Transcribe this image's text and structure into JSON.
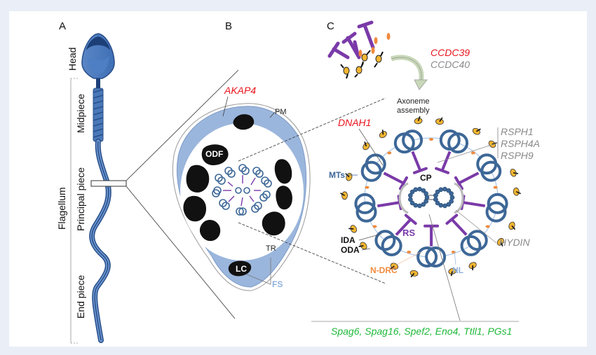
{
  "figure": {
    "panels": {
      "A": {
        "letter": "A",
        "labels": {
          "head": "Head",
          "midpiece": "Midpiece",
          "principal_piece": "Principal piece",
          "end_piece": "End piece",
          "flagellum": "Flagellum"
        }
      },
      "B": {
        "letter": "B",
        "labels": {
          "akap4": "AKAP4",
          "pm": "PM",
          "odf": "ODF",
          "tr": "TR",
          "lc": "LC",
          "fs": "FS"
        }
      },
      "C": {
        "letter": "C",
        "labels": {
          "ccdc39": "CCDC39",
          "ccdc40": "CCDC40",
          "axoneme_assembly_line1": "Axoneme",
          "axoneme_assembly_line2": "assembly",
          "dnah1": "DNAH1",
          "rsph1": "RSPH1",
          "rsph4a": "RSPH4A",
          "rsph9": "RSPH9",
          "mts": "MTs",
          "cp": "CP",
          "rs": "RS",
          "ida": "IDA",
          "oda": "ODA",
          "ndrc": "N-DRC",
          "nl": "NL",
          "hydin": "HYDIN",
          "central_pair_genes": "Spag6, Spag16, Spef2, Eno4, Ttll1, PGs1"
        }
      }
    },
    "colors": {
      "gene_red": "#e8141c",
      "gene_gray": "#8a8a8a",
      "gene_green": "#1fb83a",
      "microtubule_blue": "#3d6797",
      "sheath_blue": "#9bb6dc",
      "radial_spoke_purple": "#7a3aa8",
      "ndrc_orange": "#f08a3c",
      "dynein_yellow": "#f2b531"
    }
  }
}
